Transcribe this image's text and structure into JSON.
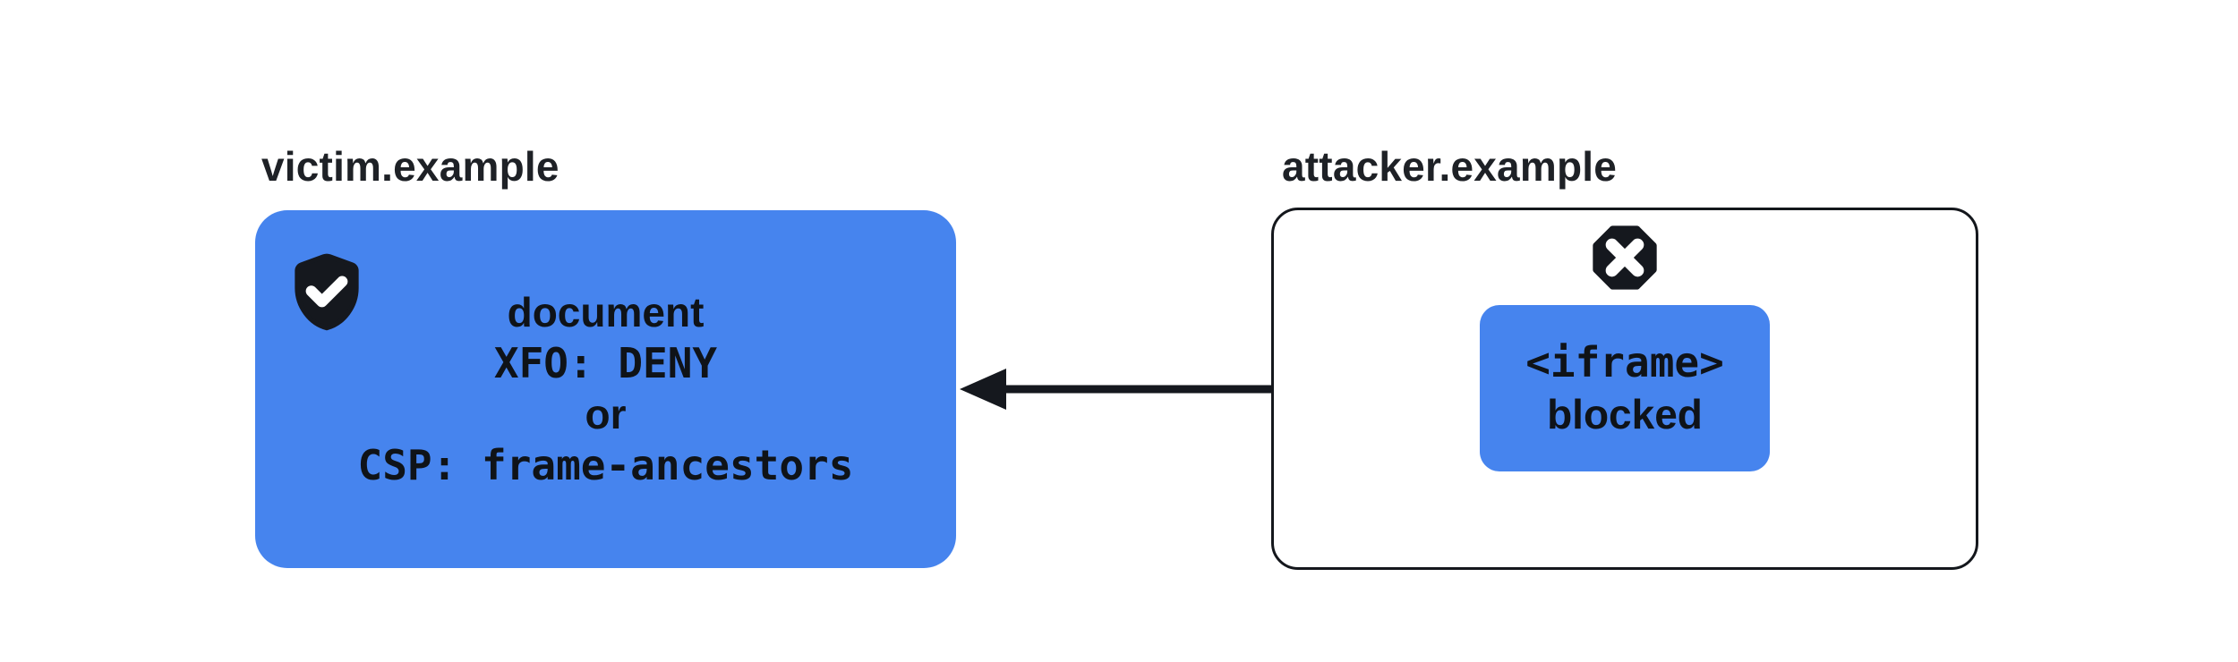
{
  "diagram": {
    "title": "frame-blocking diagram",
    "colors": {
      "accent_blue": "#4684EE",
      "icon_black": "#15181E",
      "border_black": "#14171C",
      "arrow_black": "#15181E",
      "title_text": "#1E2126",
      "box_text": "#0F1318",
      "canvas_bg": "#FFFFFF"
    },
    "victim": {
      "label": "victim.example",
      "icon": "shield-check-icon",
      "lines": [
        {
          "text": "document",
          "font": "sans"
        },
        {
          "text": "XFO: DENY",
          "font": "mono"
        },
        {
          "text": "or",
          "font": "sans"
        },
        {
          "text": "CSP: frame-ancestors",
          "font": "mono"
        }
      ]
    },
    "attacker": {
      "label": "attacker.example",
      "icon": "blocked-x-octagon-icon",
      "iframe_box": {
        "lines": [
          {
            "text": "<iframe>",
            "font": "mono"
          },
          {
            "text": "blocked",
            "font": "sans"
          }
        ]
      }
    },
    "arrow": {
      "direction": "right-to-left",
      "from": "attacker-iframe-box",
      "to": "victim-document-box"
    }
  }
}
